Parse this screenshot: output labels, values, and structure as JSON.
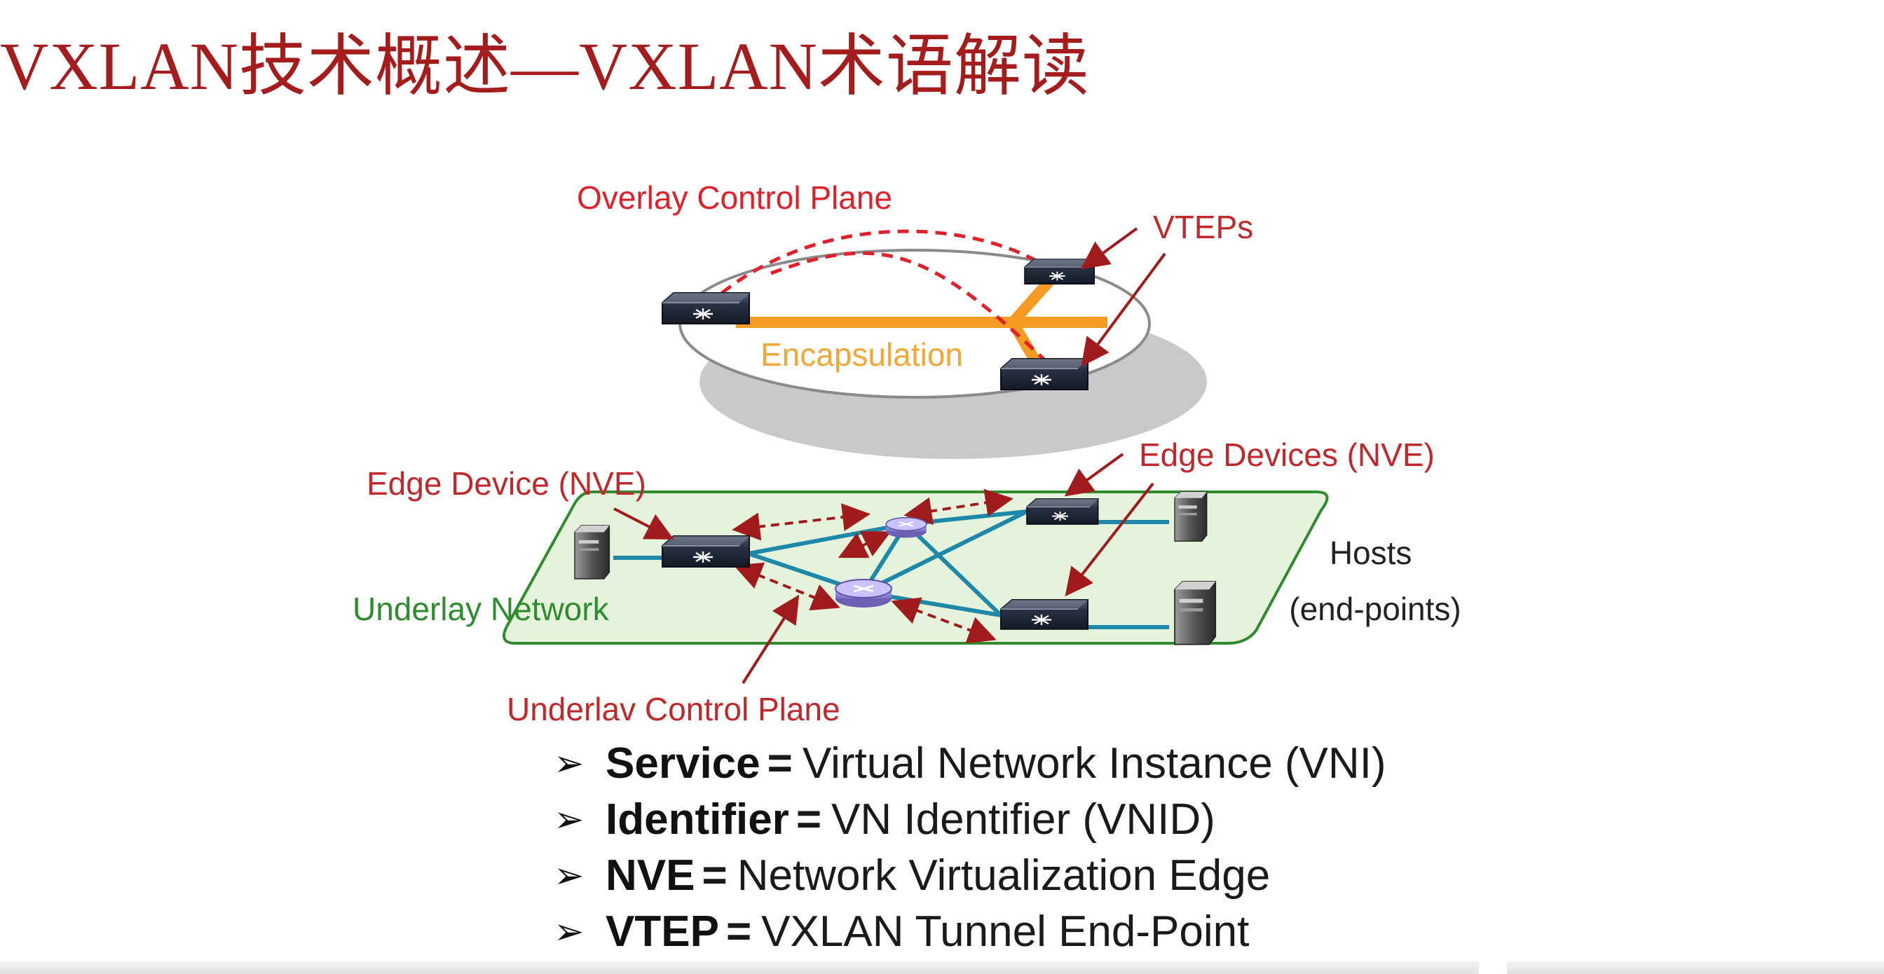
{
  "slide": {
    "title": "VXLAN技术概述—VXLAN术语解读"
  },
  "diagram": {
    "labels": {
      "overlay_control_plane": "Overlay Control Plane",
      "vteps": "VTEPs",
      "encapsulation": "Encapsulation",
      "edge_devices_nve": "Edge Devices (NVE)",
      "edge_device_nve": "Edge Device (NVE)",
      "hosts_line1": "Hosts",
      "hosts_line2": "(end-points)",
      "underlay_network": "Underlay Network",
      "underlay_control_plane": "Underlav Control Plane"
    },
    "colors": {
      "label_red": "#c0282c",
      "overlay_dashed": "#e0202a",
      "arrow": "#a01c1c",
      "encapsulation": "#f59a23",
      "encapsulation_text": "#f2a634",
      "underlay_green": "#2e8b2e",
      "underlay_fill": "#e6f3dc",
      "link_blue": "#1e88a8",
      "switch_dark": "#1d2333",
      "router_purple": "#8a7fd0"
    },
    "icons": [
      "switch-icon",
      "router-icon",
      "server-icon"
    ]
  },
  "terms": [
    {
      "term": "Service",
      "eq": "=",
      "definition": "Virtual Network Instance (VNI)"
    },
    {
      "term": "Identifier",
      "eq": "=",
      "definition": "VN Identifier (VNID)"
    },
    {
      "term": "NVE",
      "eq": "=",
      "definition": "Network Virtualization Edge"
    },
    {
      "term": "VTEP",
      "eq": "=",
      "definition": "VXLAN Tunnel End-Point"
    }
  ],
  "bullet_glyph": "➢"
}
